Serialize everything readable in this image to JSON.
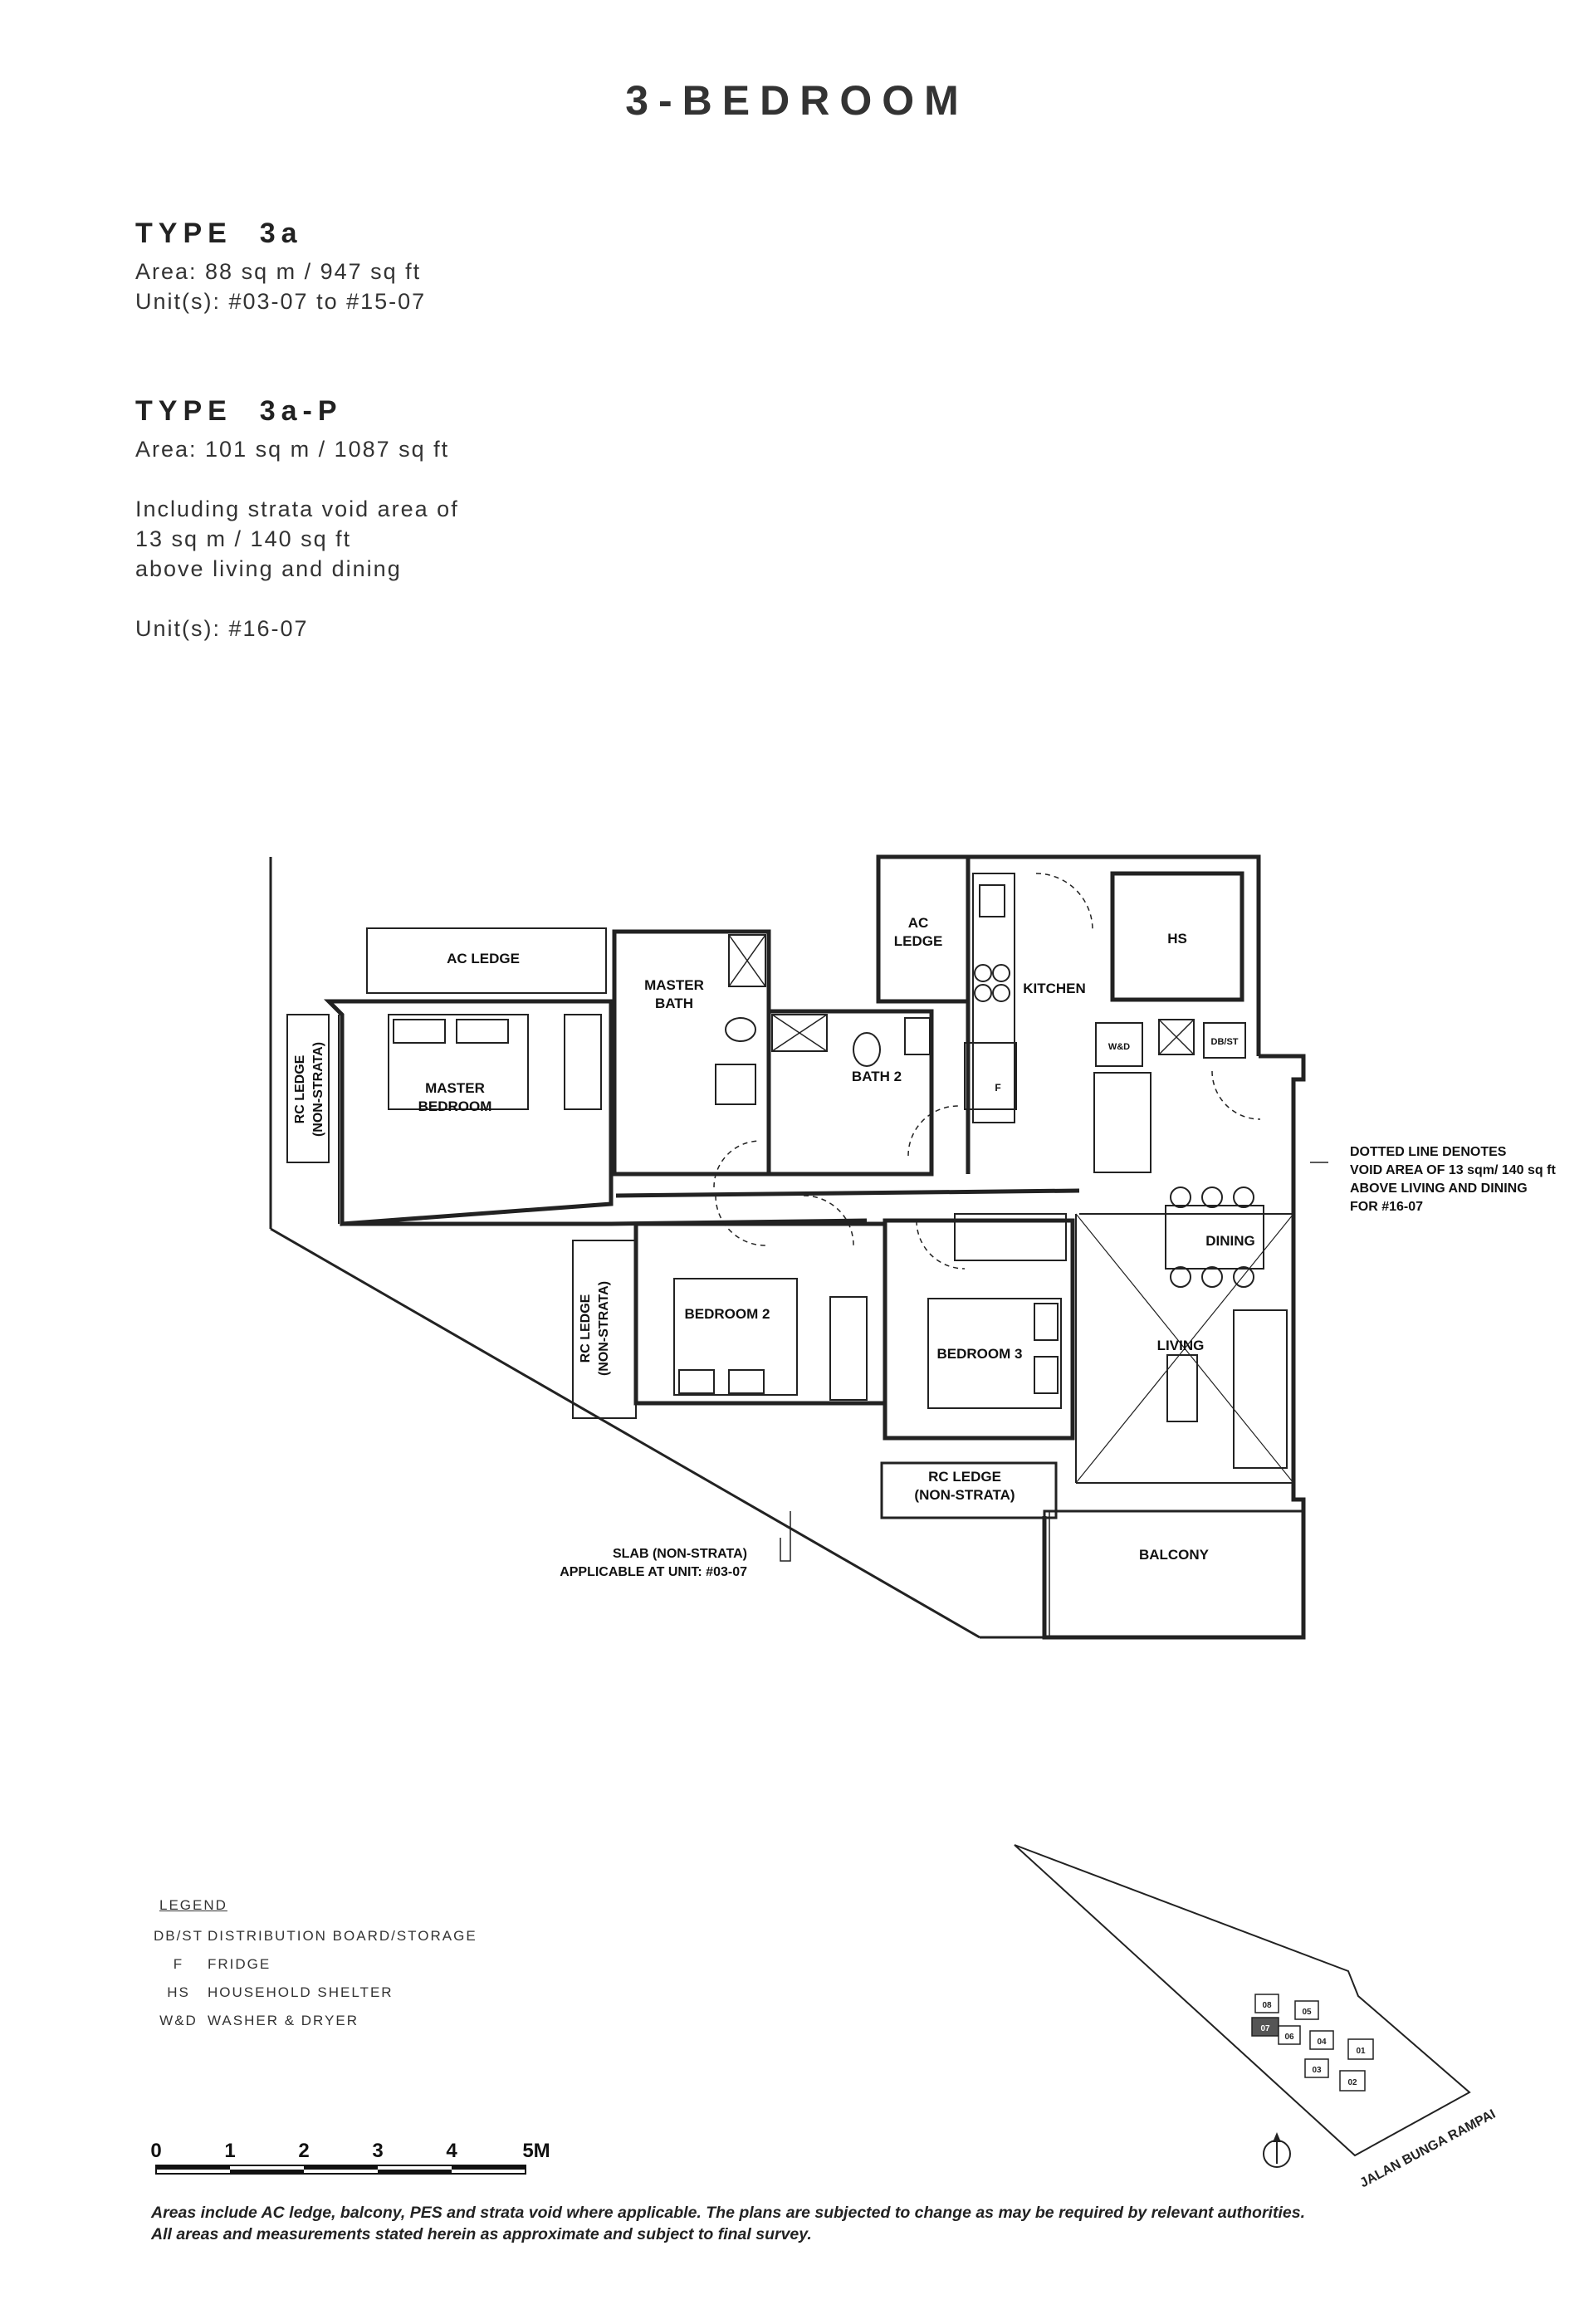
{
  "page_title": "3-BEDROOM",
  "types": [
    {
      "heading": "TYPE  3a",
      "lines": [
        "Area: 88 sq m / 947 sq ft",
        "Unit(s): #03-07 to #15-07"
      ]
    },
    {
      "heading": "TYPE  3a-P",
      "lines": [
        "Area: 101 sq m / 1087 sq ft",
        "",
        "Including strata void area of",
        "13 sq m / 140 sq ft",
        "above living and dining",
        "",
        "Unit(s): #16-07"
      ]
    }
  ],
  "plan": {
    "rooms": {
      "ac_ledge_left": "AC LEDGE",
      "ac_ledge_top_1": "AC",
      "ac_ledge_top_2": "LEDGE",
      "hs": "HS",
      "kitchen": "KITCHEN",
      "master_bath_1": "MASTER",
      "master_bath_2": "BATH",
      "bath2": "BATH 2",
      "master_bedroom_1": "MASTER",
      "master_bedroom_2": "BEDROOM",
      "rc_ledge_left_1": "RC LEDGE",
      "rc_ledge_left_2": "(NON-STRATA)",
      "wd": "W&D",
      "dbst": "DB/ST",
      "fridge": "F",
      "dining": "DINING",
      "living": "LIVING",
      "bedroom2": "BEDROOM 2",
      "bedroom3": "BEDROOM 3",
      "rc_ledge_mid_1": "RC LEDGE",
      "rc_ledge_mid_2": "(NON-STRATA)",
      "rc_ledge_bottom_1": "RC LEDGE",
      "rc_ledge_bottom_2": "(NON-STRATA)",
      "balcony": "BALCONY"
    },
    "notes": {
      "void_1": "DOTTED LINE DENOTES",
      "void_2": "VOID AREA OF 13 sqm/ 140 sq ft",
      "void_3": "ABOVE LIVING AND DINING",
      "void_4": "FOR #16-07",
      "slab_1": "SLAB (NON-STRATA)",
      "slab_2": "APPLICABLE AT UNIT: #03-07"
    }
  },
  "legend": {
    "title": "LEGEND",
    "items": [
      {
        "abbr": "DB/ST",
        "desc": "DISTRIBUTION BOARD/STORAGE"
      },
      {
        "abbr": "F",
        "desc": "FRIDGE"
      },
      {
        "abbr": "HS",
        "desc": "HOUSEHOLD SHELTER"
      },
      {
        "abbr": "W&D",
        "desc": "WASHER & DRYER"
      }
    ]
  },
  "scale_bar": {
    "labels": [
      "0",
      "1",
      "2",
      "3",
      "4",
      "5M"
    ]
  },
  "key_plan": {
    "road": "JALAN BUNGA RAMPAI",
    "units": [
      "08",
      "05",
      "07",
      "06",
      "04",
      "01",
      "03",
      "02"
    ],
    "highlighted": "07"
  },
  "footnotes": [
    "Areas include AC ledge, balcony, PES and strata void where applicable. The plans are subjected to change as may be required by relevant authorities.",
    "All areas and measurements stated herein as approximate and subject to final survey."
  ]
}
